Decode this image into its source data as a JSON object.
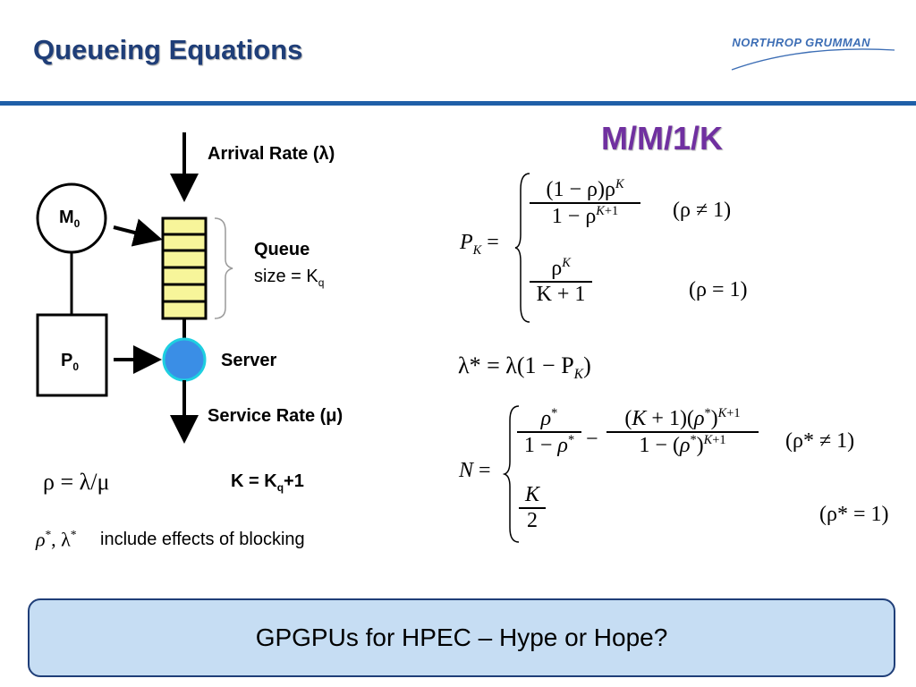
{
  "header": {
    "title": "Queueing Equations",
    "logo_text": "NORTHROP GRUMMAN"
  },
  "model_label": "M/M/1/K",
  "diagram": {
    "arrival_rate": "Arrival Rate (λ)",
    "queue_title": "Queue",
    "queue_size_prefix": "size = K",
    "queue_size_sub": "q",
    "server": "Server",
    "service_rate": "Service Rate (μ)",
    "m0_main": "M",
    "m0_sub": "0",
    "p0_main": "P",
    "p0_sub": "0",
    "queue_slots": 6
  },
  "equations": {
    "rho_def": "ρ = λ/μ",
    "kq": "K = K",
    "kq_sub": "q",
    "kq_suffix": "+1",
    "blocking_note": "include effects of blocking",
    "pk_case1_num": "(1 − ρ)ρ",
    "pk_case1_den": "1 − ρ",
    "pk_case1_cond": "(ρ ≠ 1)",
    "pk_case2_num": "ρ",
    "pk_case2_den": "K + 1",
    "pk_case2_cond": "(ρ = 1)",
    "lambda_star": "λ* = λ(1 − P",
    "n_case1_cond": "(ρ* ≠ 1)",
    "n_case2_num": "K",
    "n_case2_den": "2",
    "n_case2_cond": "(ρ* = 1)"
  },
  "footer": {
    "banner": "GPGPUs for HPEC – Hype or Hope?"
  },
  "colors": {
    "title": "#1f3e78",
    "rule": "#1f5fa8",
    "model_label": "#7030a0",
    "queue_slot": "#f7f59a",
    "server": "#3a8ee6",
    "server_ring": "#1ecfe0",
    "banner_bg": "#c6ddf3"
  }
}
